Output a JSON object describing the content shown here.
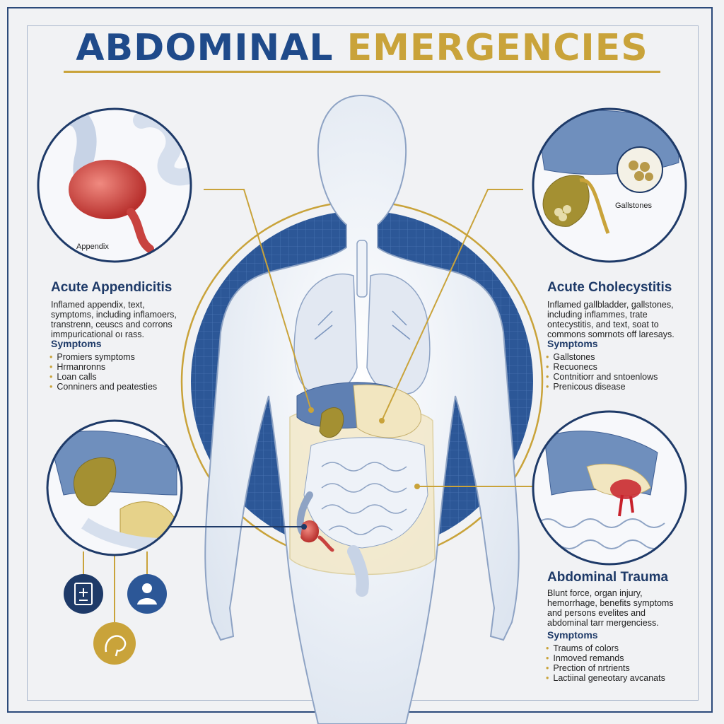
{
  "title": {
    "part1": "ABDOMINAL",
    "part2": "EMERGENCIES"
  },
  "colors": {
    "navy": "#1e3a68",
    "gold": "#c9a33a",
    "organ_blue": "#6f8fbd",
    "inflamed_red": "#c8423f",
    "gallbladder_olive": "#a49032"
  },
  "labels": {
    "appendix": "Appendix",
    "gallstones": "Gallstones"
  },
  "panels": {
    "appendicitis": {
      "title": "Acute Appendicitis",
      "description": [
        "Inflamed appendix, text,",
        "symptoms, including inflamoers,",
        "transtrenn, ceuscs and corrons",
        "immpuricational oı rass."
      ],
      "symptoms_heading": "Symptoms",
      "symptoms": [
        "Promiers symptoms",
        "Hrmanronns",
        "Loan calls",
        "Conniners and peatesties"
      ]
    },
    "cholecystitis": {
      "title": "Acute Cholecystitis",
      "description": [
        "Inflamed gallbladder, gallstones,",
        "including inflammes, trate",
        "ontecystitis, and text, soat to",
        "commons somrnots off laresays."
      ],
      "symptoms_heading": "Symptoms",
      "symptoms": [
        "Gallstones",
        "Recuonecs",
        "Contnitiorr and sntoenlows",
        "Prenicous disease"
      ]
    },
    "trauma": {
      "title": "Abdominal Trauma",
      "description": [
        "Blunt force, organ injury,",
        "hemorrhage, benefits symptoms",
        "and persons evelites and",
        "abdominal tarr mergenciess."
      ],
      "symptoms_heading": "Symptoms",
      "symptoms": [
        "Traums of colors",
        "Inmoved remands",
        "Prection of nrtrients",
        "Lactiinal geneotary avcanats"
      ]
    }
  },
  "icons": [
    "medical-document-icon",
    "patient-icon",
    "brain-icon"
  ]
}
